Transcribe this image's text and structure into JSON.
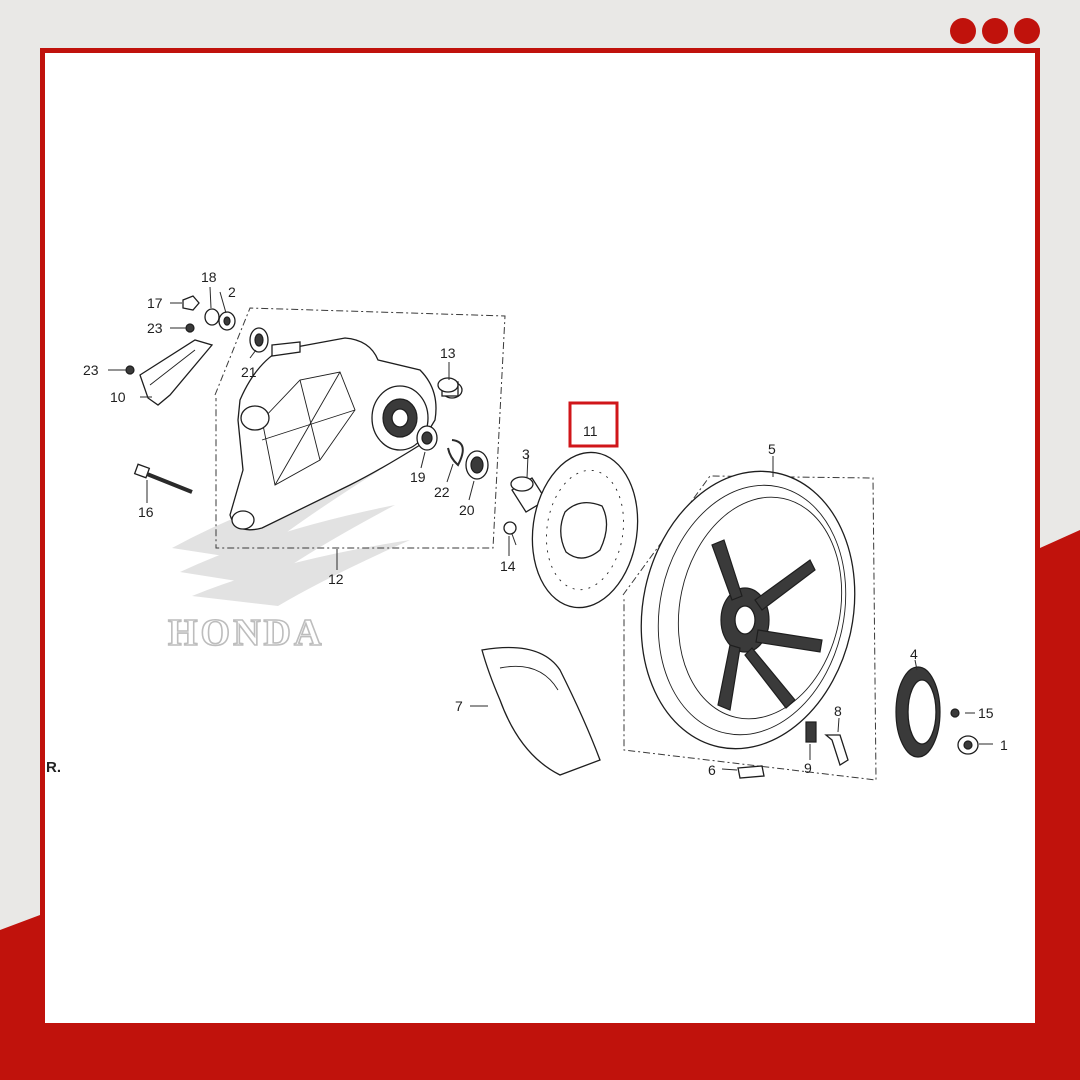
{
  "colors": {
    "accent_red": "#c0120c",
    "background": "#e9e8e6",
    "panel": "#ffffff",
    "line": "#1e1e1e"
  },
  "menu_icon": "more-dots-icon",
  "brand_watermark": "HONDA",
  "edge_text": "R.",
  "highlighted_part": "11",
  "callouts": {
    "c1": "1",
    "c2": "2",
    "c3": "3",
    "c4": "4",
    "c5": "5",
    "c6": "6",
    "c7": "7",
    "c8": "8",
    "c9": "9",
    "c10": "10",
    "c11": "11",
    "c12": "12",
    "c13": "13",
    "c14": "14",
    "c15": "15",
    "c16": "16",
    "c17": "17",
    "c18": "18",
    "c19": "19",
    "c20": "20",
    "c21": "21",
    "c22": "22",
    "c23a": "23",
    "c23b": "23"
  }
}
